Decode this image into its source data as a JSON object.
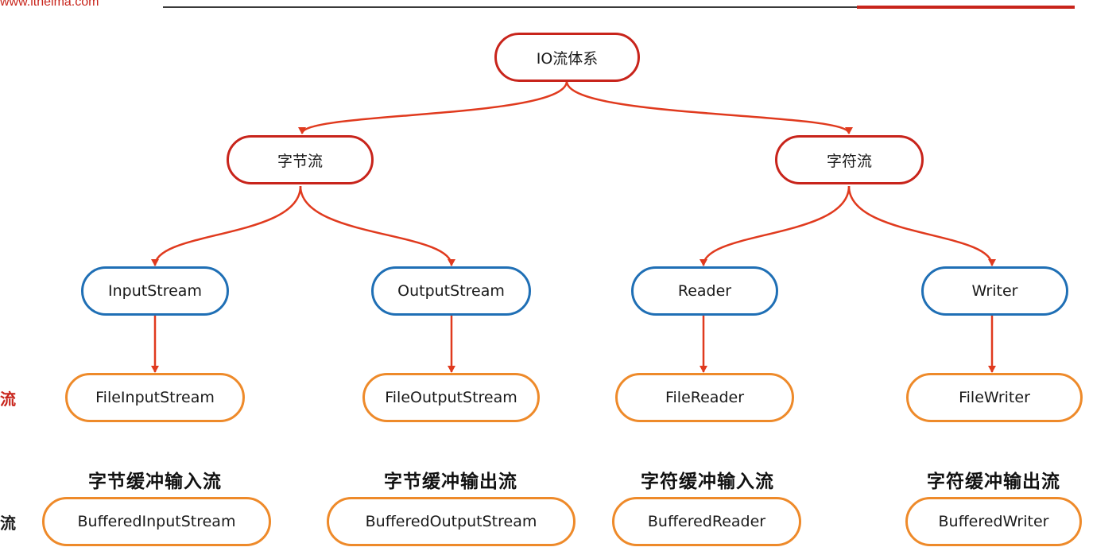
{
  "header": {
    "site_url": "www.itheima.com",
    "accent_color": "#c8241b"
  },
  "side_labels": {
    "basic_stream": "流",
    "buffered_stream": "流"
  },
  "colors": {
    "root_border": "#c8241b",
    "abstract_border": "#1f6fb5",
    "concrete_border": "#ee8a2a",
    "arrow": "#e03a1e"
  },
  "tree": {
    "root": {
      "label": "IO流体系"
    },
    "categories": [
      {
        "label": "字节流"
      },
      {
        "label": "字符流"
      }
    ],
    "abstract_classes": [
      {
        "label": "InputStream"
      },
      {
        "label": "OutputStream"
      },
      {
        "label": "Reader"
      },
      {
        "label": "Writer"
      }
    ],
    "file_classes": [
      {
        "label": "FileInputStream"
      },
      {
        "label": "FileOutputStream"
      },
      {
        "label": "FileReader"
      },
      {
        "label": "FileWriter"
      }
    ],
    "buffered_classes": [
      {
        "caption": "字节缓冲输入流",
        "label": "BufferedInputStream"
      },
      {
        "caption": "字节缓冲输出流",
        "label": "BufferedOutputStream"
      },
      {
        "caption": "字符缓冲输入流",
        "label": "BufferedReader"
      },
      {
        "caption": "字符缓冲输出流",
        "label": "BufferedWriter"
      }
    ]
  }
}
